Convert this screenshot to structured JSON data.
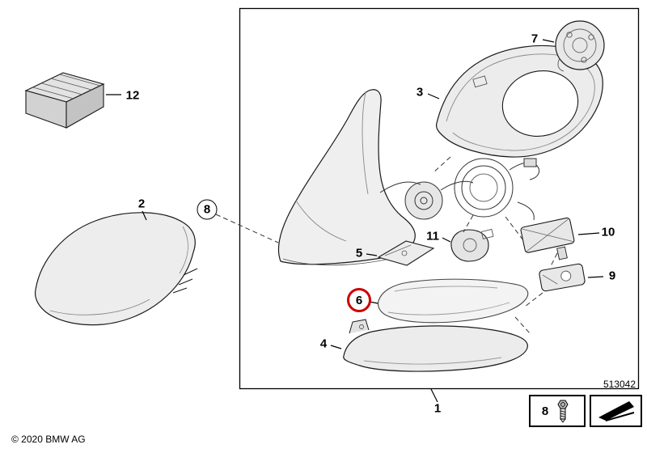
{
  "diagram": {
    "type": "exploded-parts-diagram",
    "subject": "exterior mirror assembly"
  },
  "callouts": {
    "c1": "1",
    "c2": "2",
    "c3": "3",
    "c4": "4",
    "c5": "5",
    "c6": "6",
    "c7": "7",
    "c8": "8",
    "c9": "9",
    "c10": "10",
    "c11": "11",
    "c12": "12"
  },
  "footer": {
    "copyright": "© 2020 BMW AG",
    "diagram_number": "513042"
  },
  "legend": {
    "screw_label": "8"
  },
  "colors": {
    "line": "#1a1a1a",
    "inner_line": "#777777",
    "part_fill": "#ececec",
    "highlight_red": "#cc0000"
  },
  "icons": {
    "screw": "screw-icon",
    "direction": "direction-wedge-icon"
  }
}
